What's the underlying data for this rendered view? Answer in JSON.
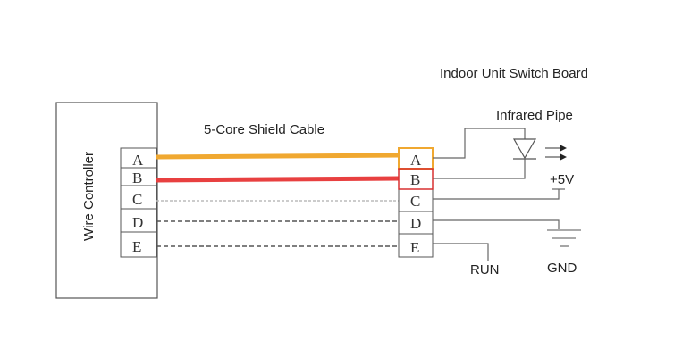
{
  "title": "Indoor Unit Switch Board",
  "controller": {
    "label": "Wire Controller"
  },
  "cable": {
    "label": "5-Core Shield Cable"
  },
  "terminals": [
    "A",
    "B",
    "C",
    "D",
    "E"
  ],
  "wires": [
    {
      "terminal": "A",
      "style": "solid",
      "color": "#f0a830"
    },
    {
      "terminal": "B",
      "style": "solid",
      "color": "#e84040"
    },
    {
      "terminal": "C",
      "style": "dotted",
      "color": "#bbbbbb"
    },
    {
      "terminal": "D",
      "style": "dashed",
      "color": "#555555"
    },
    {
      "terminal": "E",
      "style": "dashed",
      "color": "#555555"
    }
  ],
  "board": {
    "infrared_label": "Infrared Pipe",
    "vcc_label": "+5V",
    "run_label": "RUN",
    "gnd_label": "GND"
  },
  "colors": {
    "highlight_a": "#f0a830",
    "highlight_b": "#d83030"
  }
}
